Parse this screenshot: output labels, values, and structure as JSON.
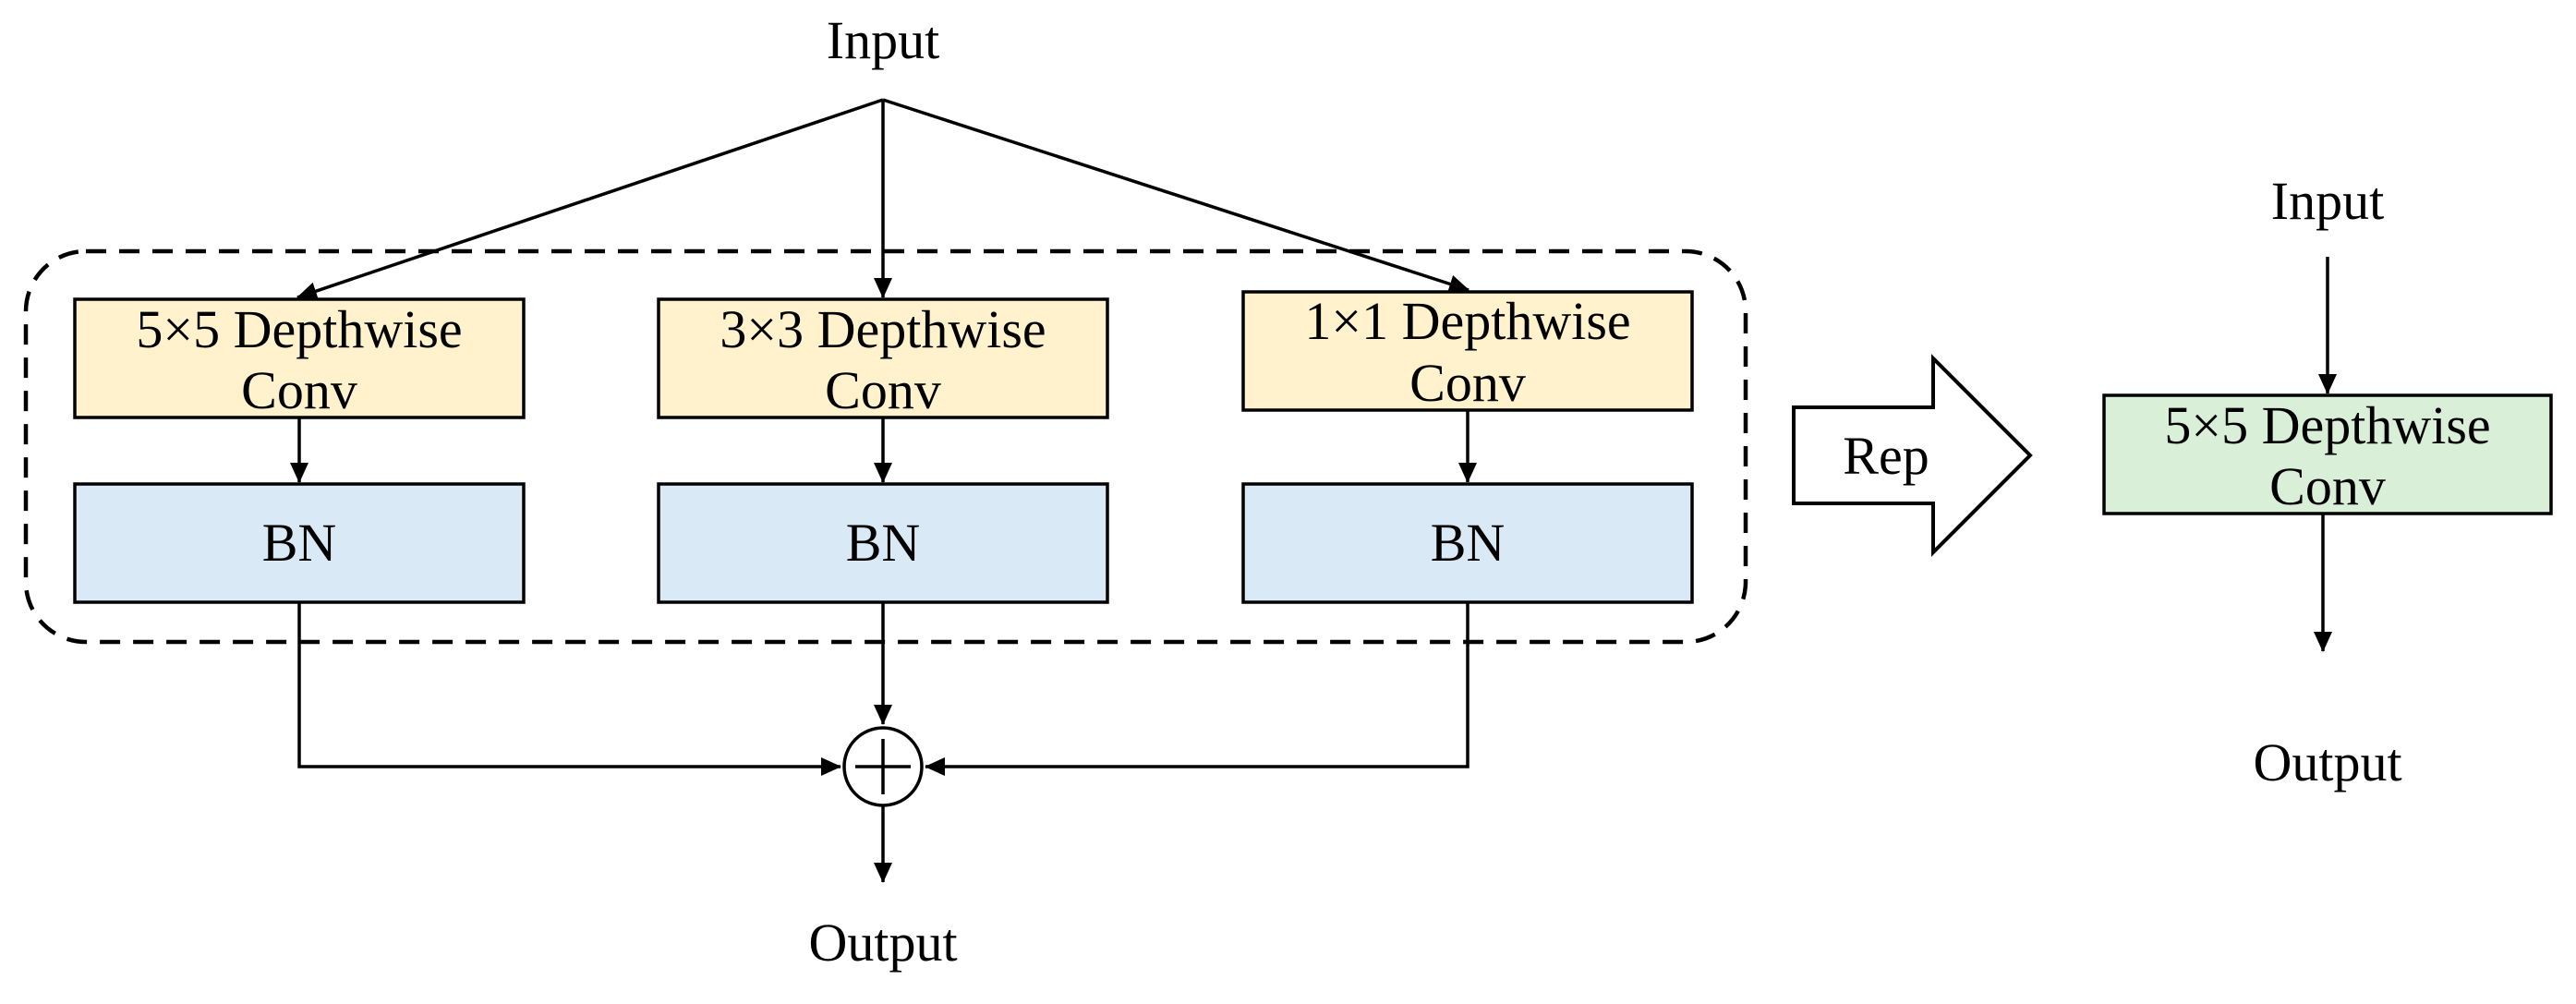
{
  "diagram": {
    "left": {
      "input_label": "Input",
      "output_label": "Output",
      "branches": [
        {
          "conv_line1": "5×5 Depthwise",
          "conv_line2": "Conv",
          "bn": "BN"
        },
        {
          "conv_line1": "3×3 Depthwise",
          "conv_line2": "Conv",
          "bn": "BN"
        },
        {
          "conv_line1": "1×1 Depthwise",
          "conv_line2": "Conv",
          "bn": "BN"
        }
      ],
      "add_symbol": "+"
    },
    "transform_label": "Rep",
    "right": {
      "input_label": "Input",
      "conv_line1": "5×5 Depthwise",
      "conv_line2": "Conv",
      "output_label": "Output"
    },
    "colors": {
      "conv_fill": "#FFF2CC",
      "bn_fill": "#DAE9F6",
      "merged_conv_fill": "#D9EFD8",
      "stroke": "#000000"
    }
  }
}
